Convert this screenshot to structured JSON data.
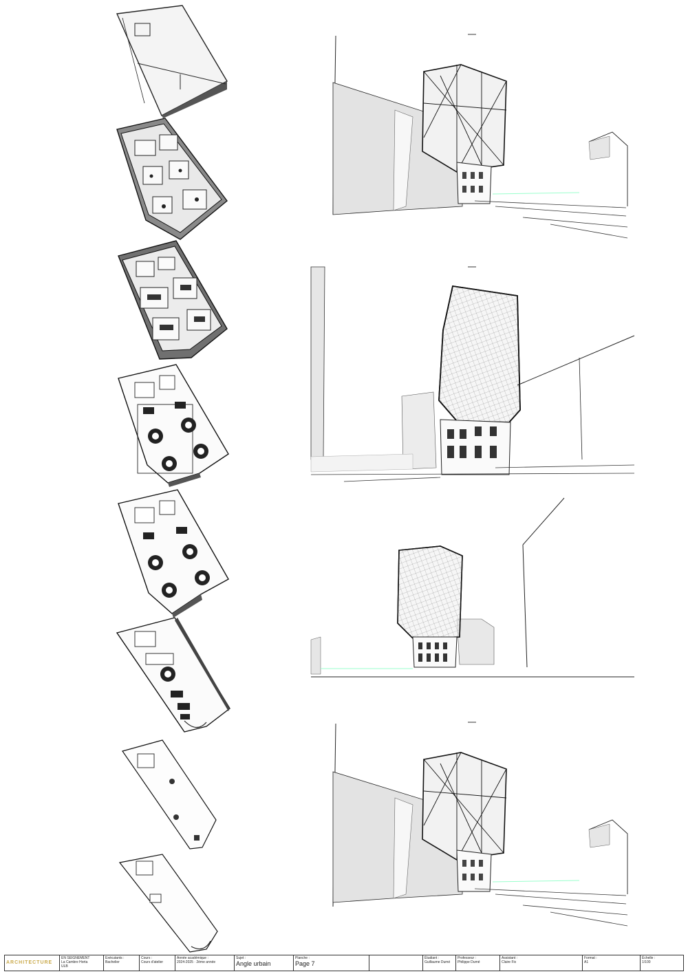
{
  "sheet": {
    "axonometric_levels": [
      "level-1",
      "level-2",
      "level-3",
      "level-4",
      "level-5",
      "level-6",
      "level-7",
      "level-8"
    ],
    "perspective_views": [
      "view-1",
      "view-2",
      "view-3",
      "view-4"
    ]
  },
  "title_block": {
    "logo": "ARCHITECTURE",
    "school_line1": "EN SEIGNEMENT",
    "school_line2": "La Cambre Horta",
    "school_line3": "ULB",
    "field1_label": "Exécutants :",
    "field1_value": "Bachelier",
    "field2_label": "Cours :",
    "field2_value": "Cours d'atelier",
    "field3_label": "Année académique :",
    "field3_value": "2024-2025 · 2ème année",
    "subject_label": "Sujet :",
    "subject_value": "Angle urbain",
    "plan_label": "Planche :",
    "plan_value": "Page 7",
    "author_label": "Étudiant :",
    "author_value": "Guillaume Dumé",
    "prof_label": "Professeur :",
    "prof_value": "Philippe Dumé",
    "assist_label": "Assistant :",
    "assist_value": "Claire Fix",
    "format_label": "Format :",
    "format_value": "A1",
    "scale_label": "Échelle :",
    "scale_value": "1/100"
  }
}
